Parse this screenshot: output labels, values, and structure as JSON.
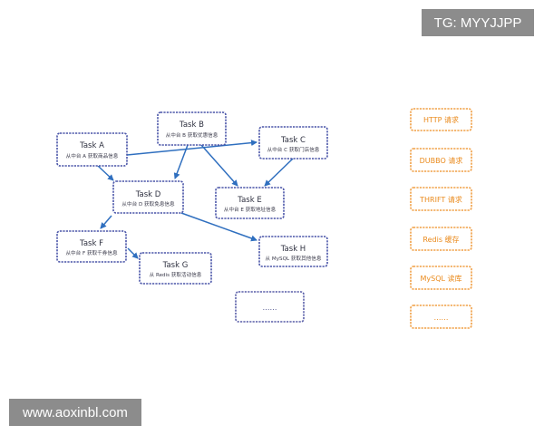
{
  "tasks": [
    {
      "title": "Task A",
      "subtitle": "从中台 A 获取商品信息"
    },
    {
      "title": "Task B",
      "subtitle": "从中台 B 获取优惠信息"
    },
    {
      "title": "Task C",
      "subtitle": "从中台 C 获取门店信息"
    },
    {
      "title": "Task D",
      "subtitle": "从中台 D 获取免息信息"
    },
    {
      "title": "Task E",
      "subtitle": "从中台 E 获取地址信息"
    },
    {
      "title": "Task F",
      "subtitle": "从中台 F 获取千券信息"
    },
    {
      "title": "Task G",
      "subtitle": "从 Redis 获取活动信息"
    },
    {
      "title": "Task H",
      "subtitle": "从 MySQL 获取其他信息"
    }
  ],
  "ellipsis_box": "……",
  "protocols": [
    "HTTP 请求",
    "DUBBO 请求",
    "THRIFT 请求",
    "Redis 缓存",
    "MySQL 读库",
    "……"
  ],
  "edges": [
    {
      "from": "Task A",
      "to": "Task C"
    },
    {
      "from": "Task A",
      "to": "Task D"
    },
    {
      "from": "Task B",
      "to": "Task D"
    },
    {
      "from": "Task B",
      "to": "Task E"
    },
    {
      "from": "Task C",
      "to": "Task E"
    },
    {
      "from": "Task D",
      "to": "Task F"
    },
    {
      "from": "Task D",
      "to": "Task H"
    },
    {
      "from": "Task F",
      "to": "Task G"
    }
  ],
  "watermarks": {
    "top": "TG: MYYJJPP",
    "bottom": "www.aoxinbl.com"
  },
  "colors": {
    "task_border": "#4a55a8",
    "protocol_border": "#f0a046",
    "protocol_text": "#ea8a1c",
    "arrow": "#2f6fbf"
  }
}
